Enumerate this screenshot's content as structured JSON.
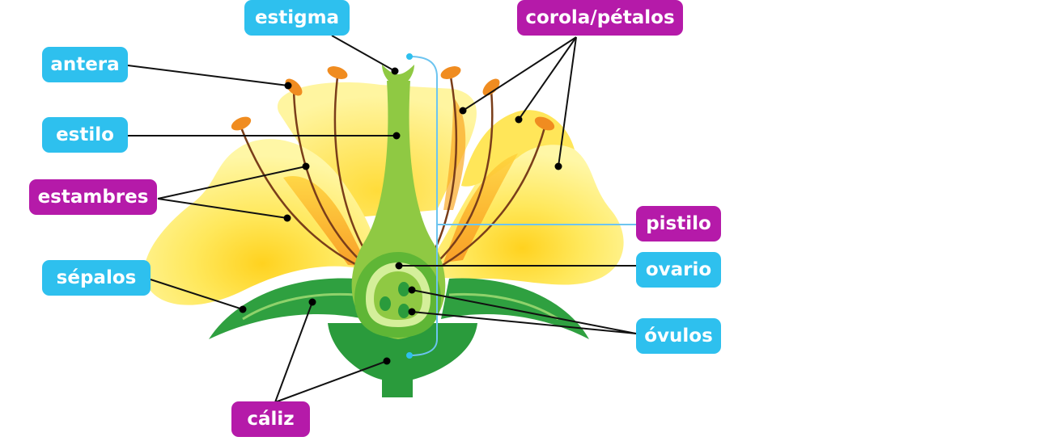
{
  "labels": {
    "estigma": "estigma",
    "corola": "corola/pétalos",
    "antera": "antera",
    "estilo": "estilo",
    "estambres": "estambres",
    "pistilo": "pistilo",
    "ovario": "ovario",
    "sepalos": "sépalos",
    "ovulos": "óvulos",
    "caliz": "cáliz"
  },
  "colors": {
    "part_label": "#2ec0ee",
    "group_label": "#b51aa9",
    "petal_light": "#fff59a",
    "petal_mid": "#ffe24a",
    "petal_orange": "#f7931e",
    "green_dark": "#2a9b3c",
    "green_mid": "#5fb636",
    "green_light": "#8fc943",
    "filament": "#7a3e1a",
    "anther": "#f08c20",
    "bracket": "#6cc4f0"
  }
}
